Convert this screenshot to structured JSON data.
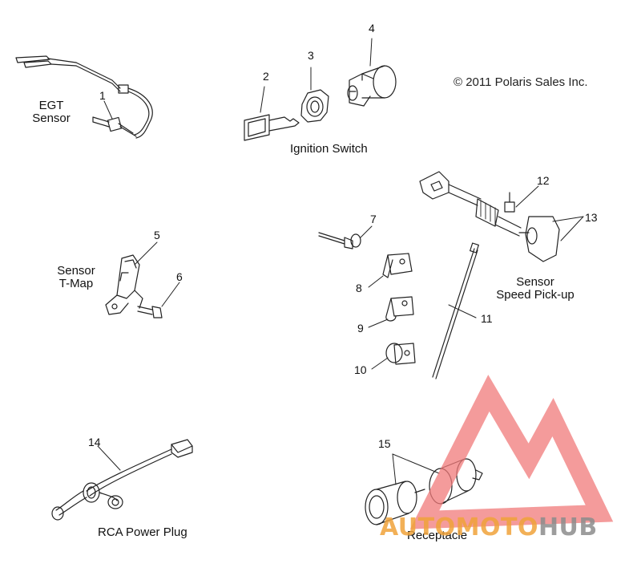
{
  "copyright": "© 2011 Polaris Sales Inc.",
  "labels": {
    "egt_sensor": [
      "EGT",
      "Sensor"
    ],
    "ignition_switch": "Ignition Switch",
    "sensor_tmap": [
      "Sensor",
      "T-Map"
    ],
    "sensor_speed_pickup": [
      "Sensor",
      "Speed Pick-up"
    ],
    "rca_power_plug": "RCA Power Plug",
    "receptacle": "Receptacle"
  },
  "callouts": [
    "1",
    "2",
    "3",
    "4",
    "5",
    "6",
    "7",
    "8",
    "9",
    "10",
    "11",
    "12",
    "13",
    "14",
    "15"
  ],
  "watermark": {
    "part1": "AUTOMOTO",
    "part2": "HUB",
    "accent_color": "#f0a33a",
    "logo_color": "#f08080"
  }
}
